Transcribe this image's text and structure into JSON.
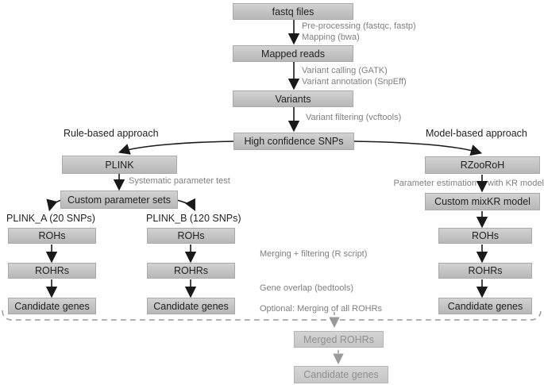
{
  "flow": {
    "top": {
      "fastq": "fastq files",
      "preprocessing": "Pre-processing (fastqc, fastp)",
      "mapping": "Mapping (bwa)",
      "mapped_reads": "Mapped reads",
      "variant_calling": "Variant calling (GATK)",
      "variant_annotation": "Variant annotation (SnpEff)",
      "variants": "Variants",
      "variant_filtering": "Variant filtering (vcftools)",
      "high_confidence_snps": "High confidence SNPs"
    },
    "left": {
      "heading": "Rule-based approach",
      "plink": "PLINK",
      "systematic_test": "Systematic parameter test",
      "custom_parameter_sets": "Custom parameter sets",
      "column_a": {
        "heading": "PLINK_A (20 SNPs)",
        "rohs": "ROHs",
        "rohrs": "ROHRs",
        "candidate_genes": "Candidate genes"
      },
      "column_b": {
        "heading": "PLINK_B (120 SNPs)",
        "rohs": "ROHs",
        "rohrs": "ROHRs",
        "candidate_genes": "Candidate genes"
      }
    },
    "right": {
      "heading": "Model-based approach",
      "rzooroh": "RZooRoH",
      "parameter_estimation": "Parameter estimation",
      "with_kr_model": "with KR model",
      "custom_mixkr_model": "Custom mixKR model",
      "rohs": "ROHs",
      "rohrs": "ROHRs",
      "candidate_genes": "Candidate genes"
    },
    "middle_notes": {
      "merging_filtering": "Merging + filtering (R script)",
      "gene_overlap": "Gene overlap (bedtools)",
      "optional_merging": "Optional: Merging of all ROHRs"
    },
    "bottom": {
      "merged_rohrs": "Merged ROHRs",
      "candidate_genes": "Candidate genes"
    },
    "colors": {
      "box_fill_top": "#d2d2d2",
      "box_fill_bottom": "#b7b7b7",
      "box_text": "#1f1f1f",
      "muted_text": "#8f8f8f",
      "label_text": "#7f7f7f",
      "arrow": "#1a1a1a",
      "dashed": "#9a9a9a"
    }
  }
}
